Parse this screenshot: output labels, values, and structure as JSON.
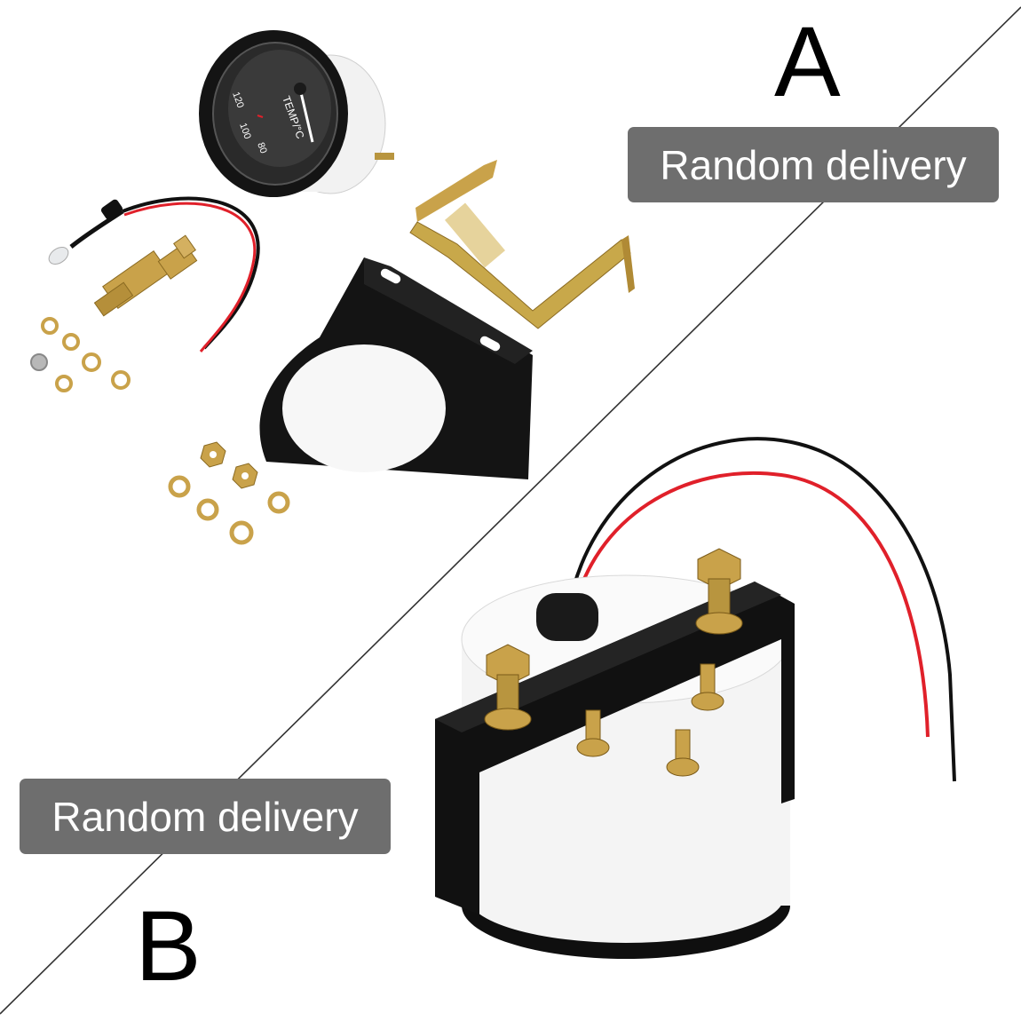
{
  "option_a": {
    "letter": "A",
    "badge_text": "Random delivery",
    "gauge_dial_text": "TEMP/°C",
    "gauge_ticks": [
      "80",
      "100",
      "120"
    ]
  },
  "option_b": {
    "letter": "B",
    "badge_text": "Random delivery"
  },
  "colors": {
    "badge_bg": "#6e6e6e",
    "badge_text": "#ffffff",
    "divider": "#333333",
    "bracket_black": "#111111",
    "brass": "#c9a24a",
    "wire_red": "#e0202a",
    "wire_black": "#111111"
  }
}
